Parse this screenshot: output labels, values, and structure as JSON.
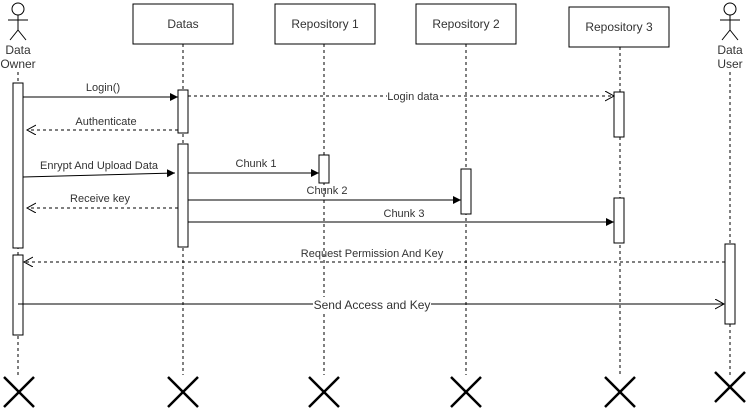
{
  "participants": {
    "data_owner": {
      "line1": "Data",
      "line2": "Owner"
    },
    "datas": "Datas",
    "repo1": "Repository 1",
    "repo2": "Repository 2",
    "repo3": "Repository 3",
    "data_user": {
      "line1": "Data",
      "line2": "User"
    }
  },
  "messages": {
    "login": "Login()",
    "login_data": "Login data",
    "authenticate": "Authenticate",
    "encrypt_upload": "Enrypt And Upload Data",
    "chunk1": "Chunk 1",
    "chunk2": "Chunk 2",
    "receive_key": "Receive key",
    "chunk3": "Chunk 3",
    "request_permission": "Request Permission And Key",
    "send_access": "Send Access and Key"
  }
}
